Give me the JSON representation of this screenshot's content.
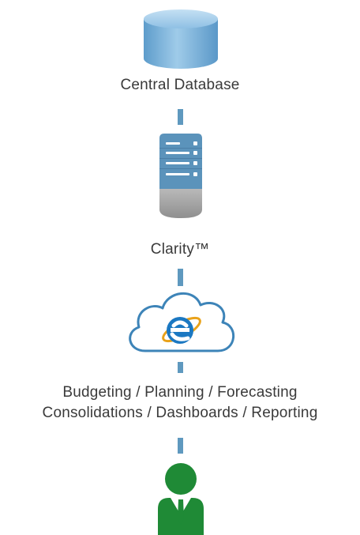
{
  "diagram": {
    "nodes": [
      {
        "id": "database",
        "icon": "database-icon",
        "label": "Central Database"
      },
      {
        "id": "server",
        "icon": "server-icon",
        "label": "Clarity™"
      },
      {
        "id": "cloud",
        "icon": "cloud-browser-icon",
        "label_lines": [
          "Budgeting / Planning / Forecasting",
          "Consolidations / Dashboards / Reporting"
        ]
      },
      {
        "id": "user",
        "icon": "user-icon"
      }
    ],
    "colors": {
      "connector": "#5f99bf",
      "database": "#7fb6dc",
      "server_blue": "#5b93bb",
      "server_gray": "#a6a6a6",
      "cloud_border": "#3d84b8",
      "browser_logo": "#1b78c2",
      "user_green": "#1f8a36"
    }
  }
}
